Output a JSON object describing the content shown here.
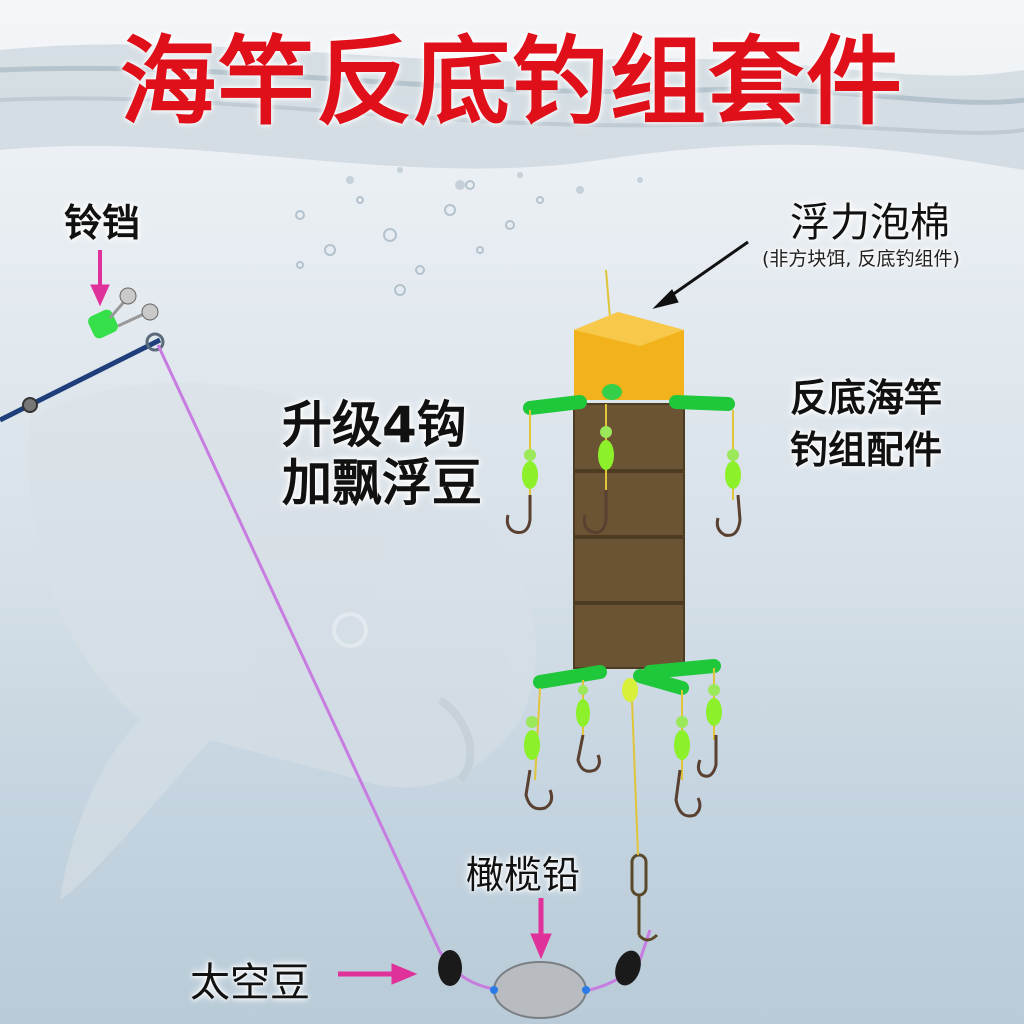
{
  "title": "海竿反底钓组套件",
  "labels": {
    "bell": "铃铛",
    "foam": "浮力泡棉",
    "foam_note": "(非方块饵, 反底钓组件)",
    "upgrade_line1": "升级4钩",
    "upgrade_line2": "加飘浮豆",
    "accessory_line1": "反底海竿",
    "accessory_line2": "钓组配件",
    "sinker": "橄榄铅",
    "space_bean": "太空豆"
  },
  "colors": {
    "title_red": "#e0101a",
    "arrow_magenta": "#e0309a",
    "foam_yellow": "#f2b21c",
    "bait_brown": "#6b5434",
    "tube_green": "#1fc83a",
    "bead_lime": "#8cf02a",
    "line_violet": "#c77de0",
    "rod_blue": "#1f3f7a"
  },
  "hooks_count": 4
}
